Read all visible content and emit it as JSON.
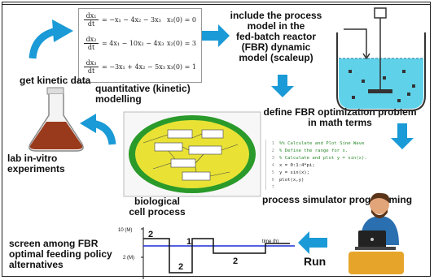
{
  "labels": {
    "kinetic_data": "get kinetic data",
    "quant_model": "quantitative (kinetic)\nmodelling",
    "include_process": "include the process\nmodel in the\nfed-batch reactor\n(FBR) dynamic\nmodel (scaleup)",
    "define_fbr": "define FBR optimization problem\nin math terms",
    "lab_experiments": "lab in-vitro\nexperiments",
    "bio_cell": "biological\ncell process",
    "process_sim": "process simulator programming",
    "screen": "screen among FBR\noptimal feeding policy\nalternatives",
    "run": "Run"
  },
  "equations": [
    {
      "num": "dx₁",
      "den": "dt",
      "rhs": "= −x₁ − 4x₂ − 3x₃",
      "init": "x₁(0) = 0"
    },
    {
      "num": "dx₂",
      "den": "dt",
      "rhs": "= 4x₁ − 10x₂ − 4x₃",
      "init": "x₂(0) = 3"
    },
    {
      "num": "dx₃",
      "den": "dt",
      "rhs": "= −3x₁ + 4x₂ − 5x₃",
      "init": "x₃(0) = 1"
    }
  ],
  "code": {
    "line_numbers": [
      "1",
      "2",
      "3",
      "4",
      "5",
      "6",
      "7"
    ],
    "lines": [
      "%% Calculate and Plot Sine Wave",
      "% Define the range for x.",
      "% Calculate and plot y = sin(x).",
      "x = 0:1:4*pi;",
      "y = sin(x);",
      "plot(x,y)",
      ""
    ],
    "comment_color": "#2e8b2e"
  },
  "feed_plot": {
    "y_top": "10 (M)",
    "y_mid": "2 (M)",
    "x_label": "time (h)",
    "profile_labels": [
      "2",
      "1",
      "2",
      "2"
    ],
    "profile_color": "#111111",
    "reference_color": "#1a2bd6"
  },
  "colors": {
    "arrow": "#1a9ad6",
    "cell_outer": "#2a9a2a",
    "cell_fill": "#e9e235",
    "reactor_liquid": "#5fd2ea",
    "flask_liquid": "#9a3a1c"
  }
}
